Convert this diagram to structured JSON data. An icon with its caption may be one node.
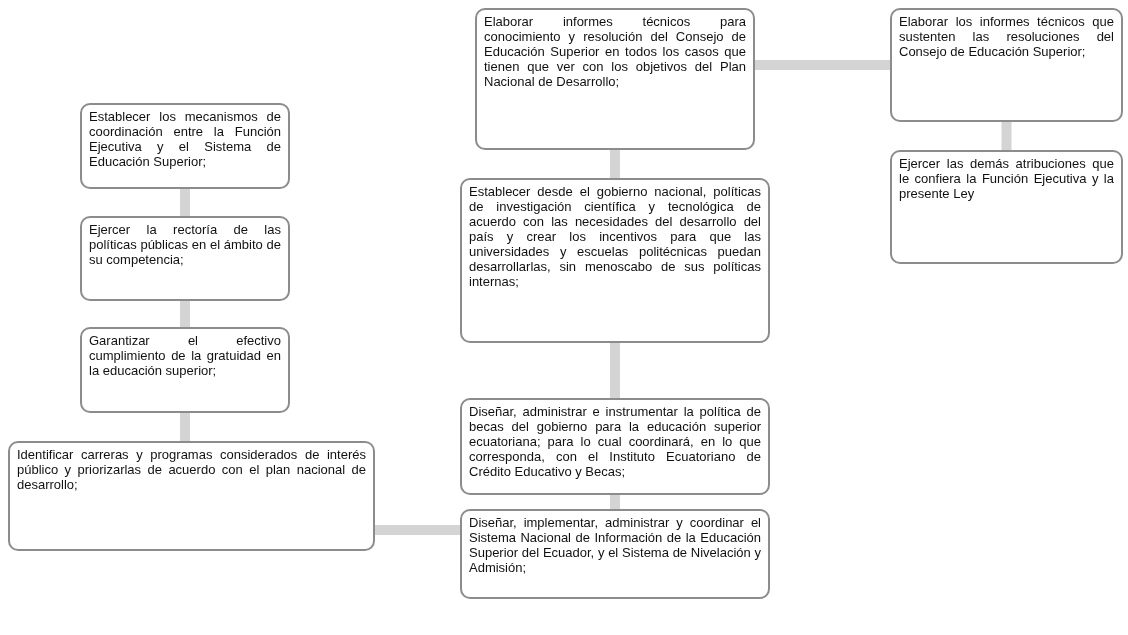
{
  "diagram": {
    "nodes": [
      {
        "text": [
          "Establecer los mecanismos de coordinación entre la Función Ejecutiva y el Sistema de Educación Superior;"
        ]
      },
      {
        "text": [
          "Ejercer la rectoría de las políticas públicas en el ámbito de su competencia;"
        ]
      },
      {
        "text": [
          "Garantizar el efectivo cumplimiento de la gratuidad en la educación superior;"
        ]
      },
      {
        "text": [
          "Identificar carreras y programas considerados de interés público y priorizarlas de acuerdo con el plan nacional de desarrollo;"
        ]
      },
      {
        "text": [
          "Diseñar, implementar, administrar y coordinar el Sistema Nacional de Información de la Educación Superior del Ecuador, y el Sistema de Nivelación y Admisión;"
        ]
      },
      {
        "text": [
          "Diseñar, administrar e instrumentar la política de becas del gobierno para la educación superior ecuatoriana; para lo cual coordinará, en lo que corresponda, con el Instituto Ecuatoriano de Crédito Educativo y Becas;"
        ]
      },
      {
        "text": [
          "Establecer desde el gobierno nacional, políticas de investigación científica y tecnológica de acuerdo con las necesidades del desarrollo del país y crear los incentivos para que las universidades y escuelas politécnicas puedan desarrollarlas, sin menoscabo de sus políticas internas;"
        ]
      },
      {
        "text": [
          "Elaborar informes técnicos para conocimiento y resolución del Consejo de Educación Superior en todos los casos que tienen que ver con los objetivos del Plan Nacional de Desarrollo;"
        ]
      },
      {
        "text": [
          "Elaborar los informes técnicos que sustenten las resoluciones del Consejo de Educación Superior;"
        ]
      },
      {
        "text": [
          "Ejercer las demás atribuciones que le confiera la Función Ejecutiva y la presente Ley"
        ]
      }
    ],
    "edges": [
      {
        "from": 0,
        "to": 1,
        "arrow": "none"
      },
      {
        "from": 1,
        "to": 2,
        "arrow": "none"
      },
      {
        "from": 2,
        "to": 3,
        "arrow": "none"
      },
      {
        "from": 3,
        "to": 4,
        "arrow": "none"
      },
      {
        "from": 4,
        "to": 5,
        "arrow": "none"
      },
      {
        "from": 5,
        "to": 6,
        "arrow": "none"
      },
      {
        "from": 6,
        "to": 7,
        "arrow": "none"
      },
      {
        "from": 7,
        "to": 8,
        "arrow": "none"
      },
      {
        "from": 8,
        "to": 9,
        "arrow": "none"
      }
    ]
  }
}
